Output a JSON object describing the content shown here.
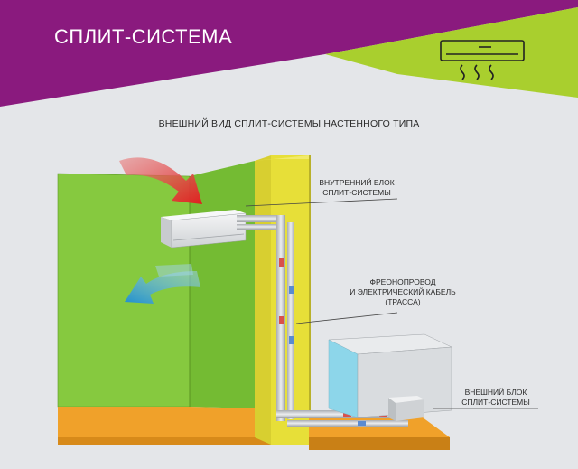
{
  "header": {
    "title": "СПЛИТ-СИСТЕМА",
    "colors": {
      "band": "#8a1a7e",
      "accent": "#a9cf2e"
    },
    "icon": "air-conditioner-icon"
  },
  "diagram": {
    "subtitle": "ВНЕШНИЙ ВИД СПЛИТ-СИСТЕМЫ НАСТЕННОГО ТИПА",
    "labels": {
      "indoor_unit": {
        "line1": "ВНУТРЕННИЙ БЛОК",
        "line2": "СПЛИТ-СИСТЕМЫ"
      },
      "refrigerant_line": {
        "line1": "ФРЕОНОПРОВОД",
        "line2": "И ЭЛЕКТРИЧЕСКИЙ КАБЕЛЬ",
        "line3": "(ТРАССА)"
      },
      "outdoor_unit": {
        "line1": "ВНЕШНИЙ БЛОК",
        "line2": "СПЛИТ-СИСТЕМЫ"
      }
    },
    "colors": {
      "wall_green": "#80c63c",
      "wall_yellow": "#e7df38",
      "floor_orange": "#f2a22a",
      "hot_arrow": "#e12c2c",
      "cold_arrow": "#2aa2d8"
    }
  }
}
